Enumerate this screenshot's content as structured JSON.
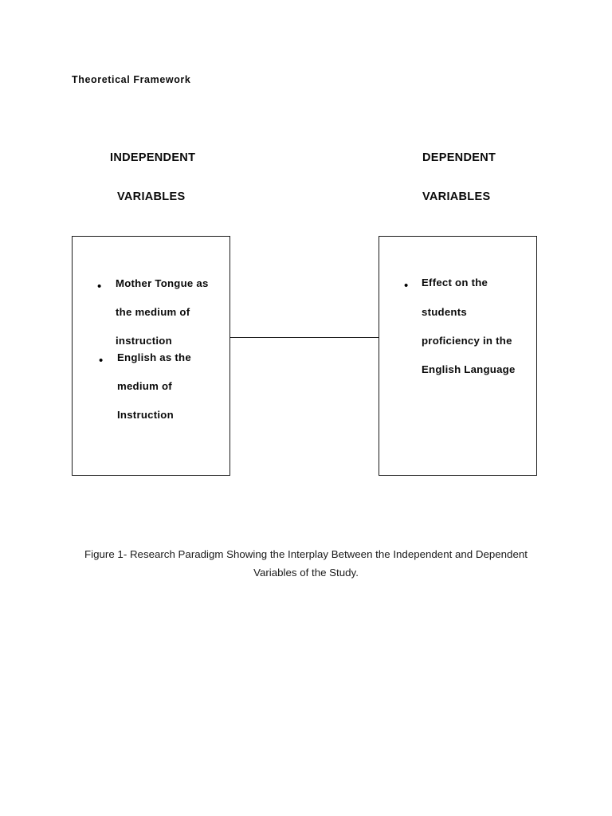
{
  "document": {
    "section_title": "Theoretical  Framework",
    "headings": {
      "independent_line1": "INDEPENDENT",
      "independent_line2": "VARIABLES",
      "dependent_line1": "DEPENDENT",
      "dependent_line2": "VARIABLES"
    },
    "independent_box": {
      "bullets": [
        {
          "marker": "•",
          "lines": [
            "Mother Tongue as",
            "the medium of",
            "instruction"
          ],
          "full_text": "Mother Tongue as the medium of instruction"
        },
        {
          "marker": "•",
          "lines": [
            "English as the",
            "medium of",
            "Instruction"
          ],
          "full_text": "English as the medium of Instruction"
        }
      ]
    },
    "dependent_box": {
      "bullets": [
        {
          "marker": "•",
          "lines": [
            "Effect on the",
            "students",
            "proficiency in the",
            "English Language"
          ],
          "full_text": "Effect on the students proficiency in the English Language"
        }
      ]
    },
    "caption": {
      "line1": "Figure 1- Research Paradigm Showing the Interplay Between the Independent and",
      "line2": "Dependent Variables of the Study."
    },
    "colors": {
      "text": "#0a0a0a",
      "border": "#1a1a1a",
      "background": "#ffffff"
    }
  }
}
